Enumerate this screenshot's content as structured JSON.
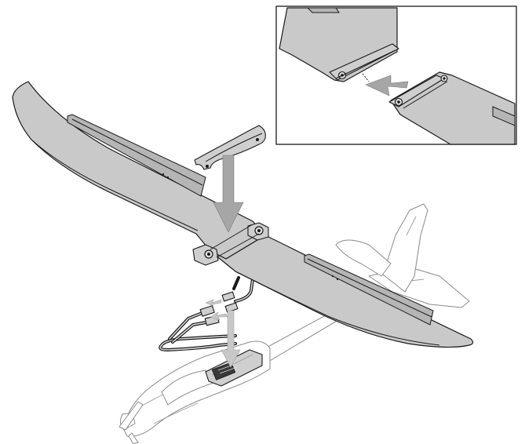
{
  "figure": {
    "content": "assembly-diagram",
    "steps": [
      {
        "name": "wing-center-cover",
        "direction": "down"
      },
      {
        "name": "servo-plug",
        "direction": "into-fuselage"
      },
      {
        "name": "wing-panel-joiner",
        "direction": "into-socket"
      }
    ]
  },
  "colors": {
    "wing_fill": "#c9c9c9",
    "outline": "#1a1a1a",
    "arrow_fill": "#a6a6a6",
    "fuselage_ghost": "#8a8a8a",
    "background": "#ffffff"
  },
  "icons": [
    "wing-left-panel",
    "wing-right-panel",
    "center-cover",
    "servo-leads",
    "fuselage",
    "tail-fin",
    "inset-detail"
  ]
}
